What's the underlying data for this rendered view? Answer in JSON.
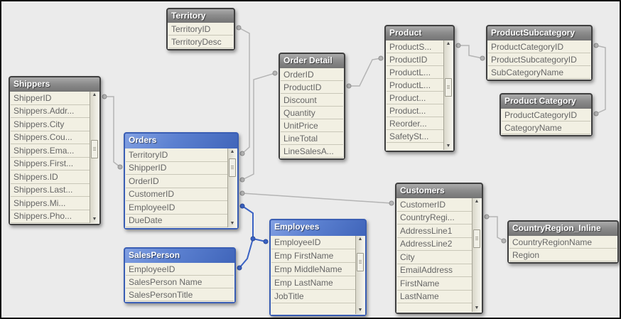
{
  "diagram": {
    "background_color": "#ebebeb",
    "frame_color": "#111111",
    "row_background_color": "#f2f0e3",
    "gray_header_color": "#8c8c8c",
    "blue_header_color": "#4a72c8",
    "connector_color": "#b4b4b4",
    "key_connector_color": "#3a62c4"
  },
  "tables": [
    {
      "id": "territory",
      "title": "Territory",
      "theme": "gray",
      "scrollbar": false,
      "fields": [
        "TerritoryID",
        "TerritoryDesc"
      ]
    },
    {
      "id": "shippers",
      "title": "Shippers",
      "theme": "gray",
      "scrollbar": true,
      "fields": [
        "ShipperID",
        "Shippers.Addr...",
        "Shippers.City",
        "Shippers.Cou...",
        "Shippers.Ema...",
        "Shippers.First...",
        "Shippers.ID",
        "Shippers.Last...",
        "Shippers.Mi...",
        "Shippers.Pho..."
      ]
    },
    {
      "id": "order_detail",
      "title": "Order Detail",
      "theme": "gray",
      "scrollbar": false,
      "fields": [
        "OrderID",
        "ProductID",
        "Discount",
        "Quantity",
        "UnitPrice",
        "LineTotal",
        "LineSalesA..."
      ]
    },
    {
      "id": "product",
      "title": "Product",
      "theme": "gray",
      "scrollbar": true,
      "fields": [
        "ProductS...",
        "ProductID",
        "ProductL...",
        "ProductL...",
        "Product...",
        "Product...",
        "Reorder...",
        "SafetySt..."
      ]
    },
    {
      "id": "product_subcategory",
      "title": "ProductSubcategory",
      "theme": "gray",
      "scrollbar": false,
      "fields": [
        "ProductCategoryID",
        "ProductSubcategoryID",
        "SubCategoryName"
      ]
    },
    {
      "id": "product_category",
      "title": "Product Category",
      "theme": "gray",
      "scrollbar": false,
      "fields": [
        "ProductCategoryID",
        "CategoryName"
      ]
    },
    {
      "id": "orders",
      "title": "Orders",
      "theme": "blue",
      "scrollbar": true,
      "fields": [
        "TerritoryID",
        "ShipperID",
        "OrderID",
        "CustomerID",
        "EmployeeID",
        "DueDate"
      ]
    },
    {
      "id": "salesperson",
      "title": "SalesPerson",
      "theme": "blue",
      "scrollbar": false,
      "fields": [
        "EmployeeID",
        "SalesPerson Name",
        "SalesPersonTitle"
      ]
    },
    {
      "id": "employees",
      "title": "Employees",
      "theme": "blue",
      "scrollbar": true,
      "fields": [
        "EmployeeID",
        "Emp FirstName",
        "Emp MiddleName",
        "Emp LastName",
        "JobTitle"
      ]
    },
    {
      "id": "customers",
      "title": "Customers",
      "theme": "gray",
      "scrollbar": true,
      "fields": [
        "CustomerID",
        "CountryRegi...",
        "AddressLine1",
        "AddressLine2",
        "City",
        "EmailAddress",
        "FirstName",
        "LastName"
      ]
    },
    {
      "id": "countryregion_inline",
      "title": "CountryRegion_Inline",
      "theme": "gray",
      "scrollbar": false,
      "fields": [
        "CountryRegionName",
        "Region"
      ]
    }
  ],
  "connectors": [
    {
      "from": "territory.TerritoryID",
      "to": "orders.TerritoryID",
      "type": "normal"
    },
    {
      "from": "shippers.ShipperID",
      "to": "orders.ShipperID",
      "type": "normal"
    },
    {
      "from": "order_detail.OrderID",
      "to": "orders.OrderID",
      "type": "normal"
    },
    {
      "from": "order_detail.ProductID",
      "to": "product.ProductID",
      "type": "normal"
    },
    {
      "from": "product.ProductS...",
      "to": "product_subcategory.ProductSubcategoryID",
      "type": "normal"
    },
    {
      "from": "product_subcategory.ProductCategoryID",
      "to": "product_category.ProductCategoryID",
      "type": "normal"
    },
    {
      "from": "orders.CustomerID",
      "to": "customers.CustomerID",
      "type": "normal"
    },
    {
      "from": "customers.CountryRegi...",
      "to": "countryregion_inline.CountryRegionName",
      "type": "normal"
    },
    {
      "from": "orders.EmployeeID",
      "to": "employees.EmployeeID",
      "type": "key"
    },
    {
      "from": "salesperson.EmployeeID",
      "to": "employees.EmployeeID",
      "type": "key"
    }
  ]
}
